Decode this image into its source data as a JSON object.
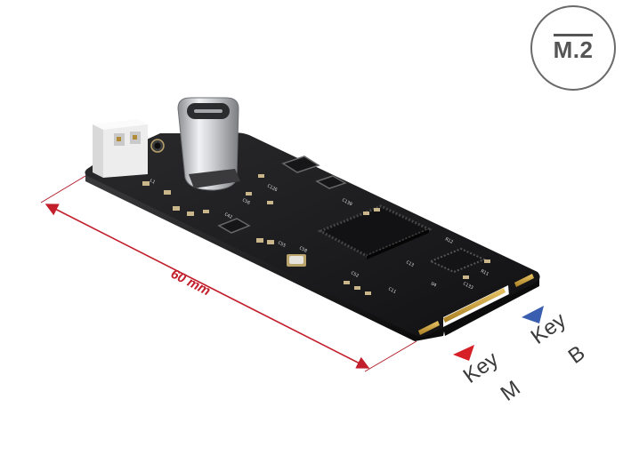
{
  "badge": {
    "label": "M.2"
  },
  "dimension": {
    "label": "60 mm"
  },
  "key_b": {
    "word": "Key",
    "letter": "B",
    "color": "#3a5fb0"
  },
  "key_m": {
    "word": "Key",
    "letter": "M",
    "color": "#d61f26"
  },
  "accent": {
    "dimension_color": "#c21e2b"
  },
  "product": {
    "connector": "usb-c-port",
    "header": "2-pin-white-header",
    "board_color": "#1c1c1e"
  },
  "silkscreen": [
    "C42",
    "C56",
    "C55",
    "C58",
    "C52",
    "C126",
    "C130",
    "C133",
    "R11",
    "R12",
    "L1",
    "U4",
    "C11",
    "C13"
  ]
}
